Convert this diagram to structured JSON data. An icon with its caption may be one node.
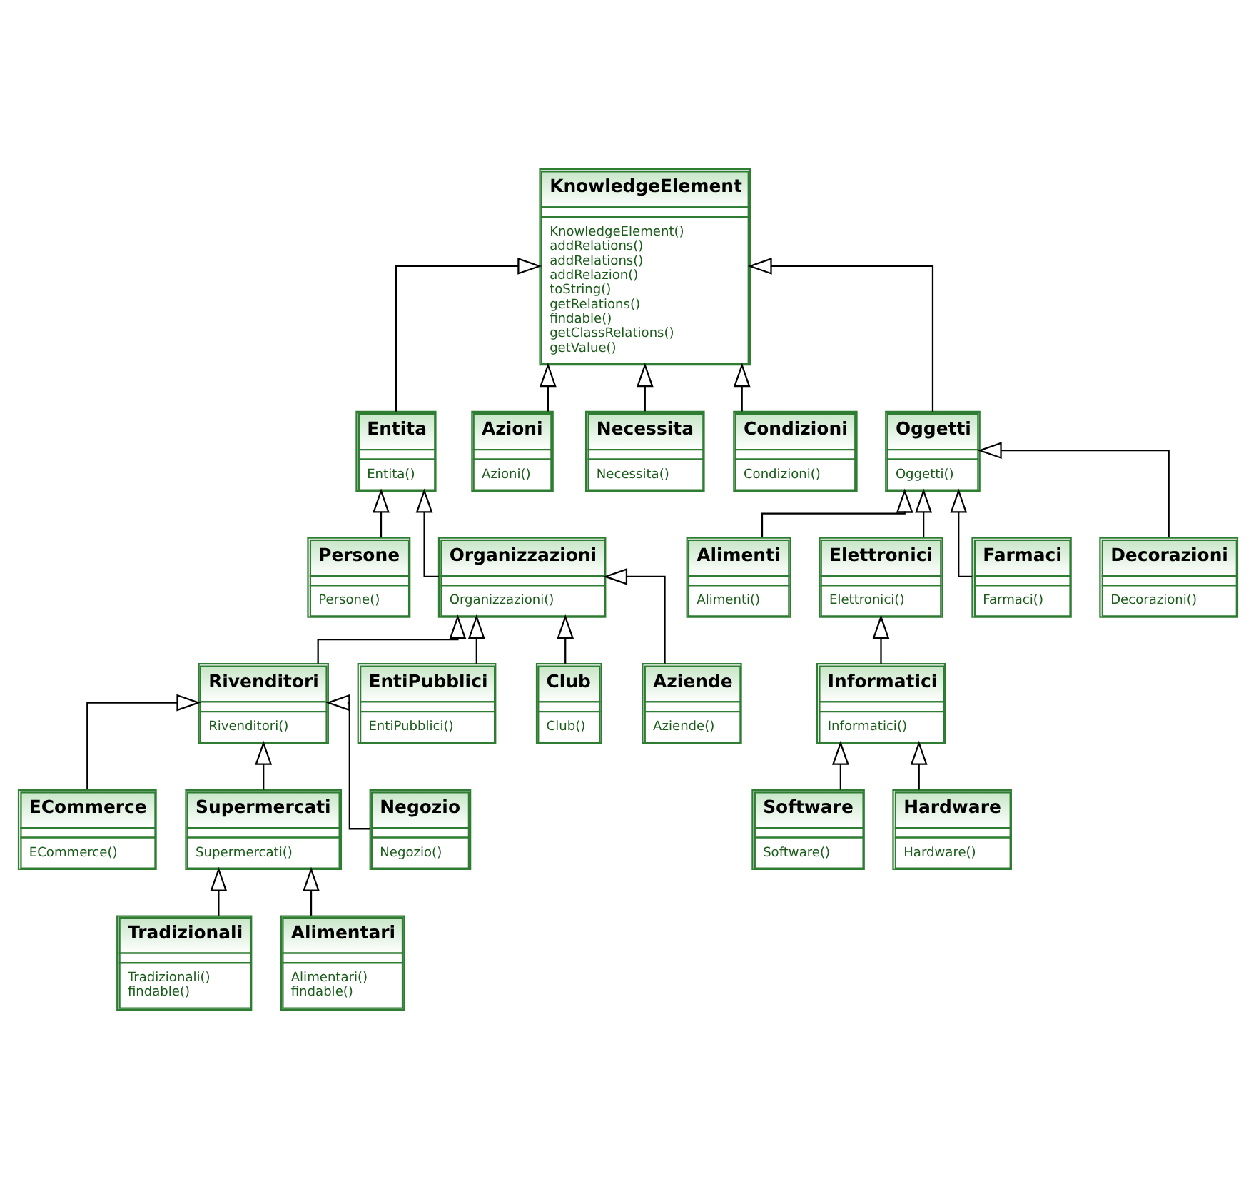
{
  "diagram": {
    "nodes": [
      {
        "text": [
          "KnowledgeElement",
          "KnowledgeElement()",
          "addRelations()",
          "addRelations()",
          "addRelazion()",
          "toString()",
          "getRelations()",
          "findable()",
          "getClassRelations()",
          "getValue()"
        ]
      },
      {
        "text": [
          "Entita",
          "Entita()"
        ]
      },
      {
        "text": [
          "Azioni",
          "Azioni()"
        ]
      },
      {
        "text": [
          "Necessita",
          "Necessita()"
        ]
      },
      {
        "text": [
          "Condizioni",
          "Condizioni()"
        ]
      },
      {
        "text": [
          "Oggetti",
          "Oggetti()"
        ]
      },
      {
        "text": [
          "Persone",
          "Persone()"
        ]
      },
      {
        "text": [
          "Organizzazioni",
          "Organizzazioni()"
        ]
      },
      {
        "text": [
          "Alimenti",
          "Alimenti()"
        ]
      },
      {
        "text": [
          "Elettronici",
          "Elettronici()"
        ]
      },
      {
        "text": [
          "Farmaci",
          "Farmaci()"
        ]
      },
      {
        "text": [
          "Decorazioni",
          "Decorazioni()"
        ]
      },
      {
        "text": [
          "Rivenditori",
          "Rivenditori()"
        ]
      },
      {
        "text": [
          "EntiPubblici",
          "EntiPubblici()"
        ]
      },
      {
        "text": [
          "Club",
          "Club()"
        ]
      },
      {
        "text": [
          "Aziende",
          "Aziende()"
        ]
      },
      {
        "text": [
          "Informatici",
          "Informatici()"
        ]
      },
      {
        "text": [
          "ECommerce",
          "ECommerce()"
        ]
      },
      {
        "text": [
          "Supermercati",
          "Supermercati()"
        ]
      },
      {
        "text": [
          "Negozio",
          "Negozio()"
        ]
      },
      {
        "text": [
          "Software",
          "Software()"
        ]
      },
      {
        "text": [
          "Hardware",
          "Hardware()"
        ]
      },
      {
        "text": [
          "Tradizionali",
          "Tradizionali()",
          "findable()"
        ]
      },
      {
        "text": [
          "Alimentari",
          "Alimentari()",
          "findable()"
        ]
      }
    ],
    "edges": [
      {
        "from": 1,
        "to": 0,
        "arrow": "to"
      },
      {
        "from": 2,
        "to": 0,
        "arrow": "to"
      },
      {
        "from": 3,
        "to": 0,
        "arrow": "to"
      },
      {
        "from": 4,
        "to": 0,
        "arrow": "to"
      },
      {
        "from": 5,
        "to": 0,
        "arrow": "to"
      },
      {
        "from": 6,
        "to": 1,
        "arrow": "to"
      },
      {
        "from": 7,
        "to": 1,
        "arrow": "to"
      },
      {
        "from": 8,
        "to": 5,
        "arrow": "to"
      },
      {
        "from": 9,
        "to": 5,
        "arrow": "to"
      },
      {
        "from": 10,
        "to": 5,
        "arrow": "to"
      },
      {
        "from": 11,
        "to": 5,
        "arrow": "to"
      },
      {
        "from": 12,
        "to": 7,
        "arrow": "to"
      },
      {
        "from": 13,
        "to": 7,
        "arrow": "to"
      },
      {
        "from": 14,
        "to": 7,
        "arrow": "to"
      },
      {
        "from": 15,
        "to": 7,
        "arrow": "to"
      },
      {
        "from": 16,
        "to": 9,
        "arrow": "to"
      },
      {
        "from": 17,
        "to": 12,
        "arrow": "to"
      },
      {
        "from": 18,
        "to": 12,
        "arrow": "to"
      },
      {
        "from": 19,
        "to": 12,
        "arrow": "to"
      },
      {
        "from": 20,
        "to": 16,
        "arrow": "to"
      },
      {
        "from": 21,
        "to": 16,
        "arrow": "to"
      },
      {
        "from": 22,
        "to": 18,
        "arrow": "to"
      },
      {
        "from": 23,
        "to": 18,
        "arrow": "to"
      }
    ]
  }
}
